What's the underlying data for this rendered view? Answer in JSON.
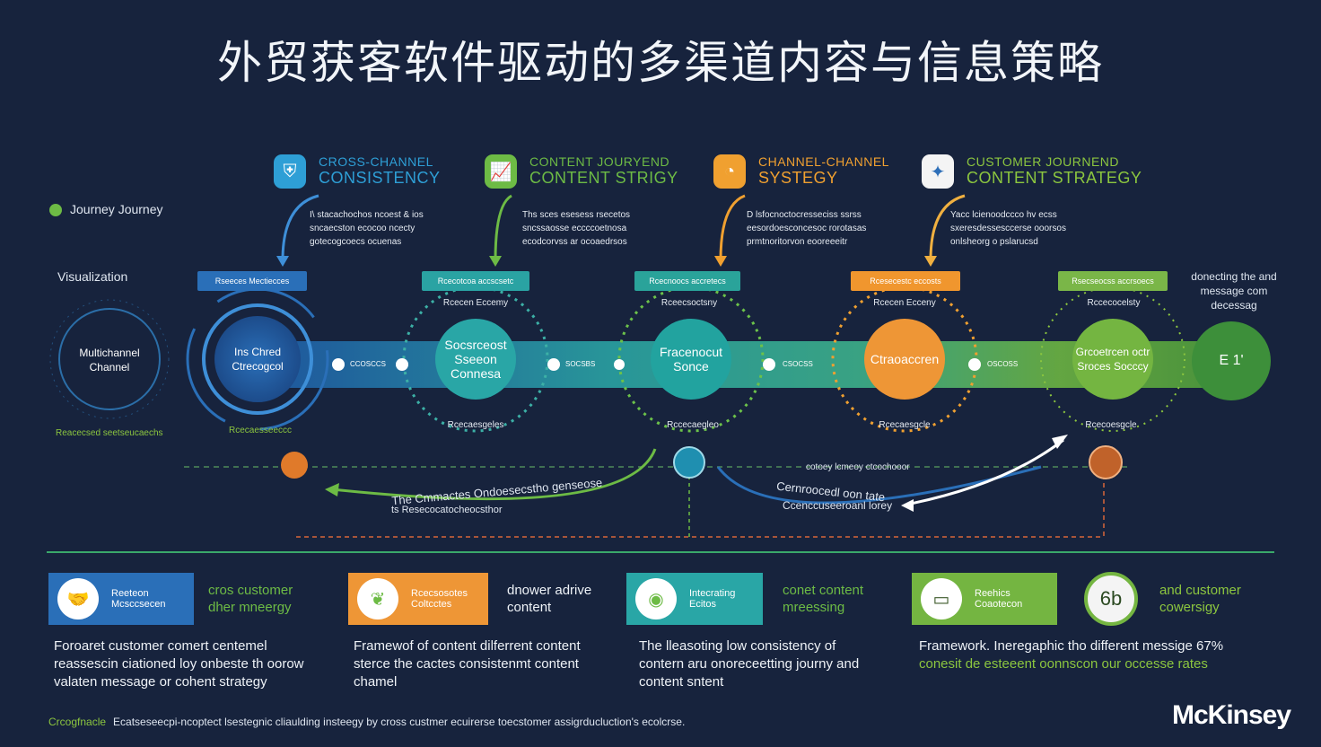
{
  "title": "外贸获客软件驱动的多渠道内容与信息策略",
  "headers": [
    {
      "line1": "CROSS-CHANNEL",
      "line2": "CONSISTENCY",
      "icon": "shield-icon",
      "color": "#2e9fd6",
      "desc": [
        "I\\ stacachochos ncoest & ios",
        "sncaecston ecocoo ncecty",
        "gotecogcoecs ocuenas"
      ]
    },
    {
      "line1": "CONTENT JOURYEND",
      "line2": "CONTENT STRIGY",
      "icon": "chart-icon",
      "color": "#6dbb45",
      "desc": [
        "Ths sces esesess rsecetos",
        "sncssaosse eccccoetnosa",
        "ecodcorvss ar ocoaedrsos"
      ]
    },
    {
      "line1": "CHANNEL-CHANNEL",
      "line2": "SYSTEGY",
      "icon": "chat-icon",
      "color": "#f0a030",
      "desc": [
        "D lsfocnoctocresseciss ssrss",
        "eesordoesconcesoc rorotasas",
        "prmtnoritorvon eooreeeitr"
      ]
    },
    {
      "line1": "CUSTOMER JOURNEND",
      "line2": "CONTENT STRATEGY",
      "icon": "globe-icon",
      "color": "#8cc63f",
      "desc": [
        "Yacc lcienoodccco hv ecss",
        "sxeresdessesccerse ooorsos",
        "onlsheorg o pslarucsd"
      ]
    }
  ],
  "left_labels": {
    "legend": "Journey Journey",
    "visualization": "Visualization",
    "start_node": "Multichannel Channel",
    "left_caption": "Reacecsed seetseucaechs",
    "right_caption": "donecting the and message com decessag"
  },
  "tags": [
    {
      "label": "Rseeces Mectiecces",
      "color": "#2a6fb8"
    },
    {
      "label": "Rcecotcoa accscsetc",
      "color": "#2aa3a3"
    },
    {
      "label": "Rcecnoocs accretecs",
      "color": "#2aa39a"
    },
    {
      "label": "Rcesecestc eccosts",
      "color": "#f0962e"
    },
    {
      "label": "Rsecseocss accrsoecs",
      "color": "#7ab648"
    }
  ],
  "stage_tops": [
    "",
    "Rcecen Eccemy",
    "Rceecsoctsny",
    "Rcecen Ecceny",
    "Rccecocelsty"
  ],
  "stage_bottoms": [
    "Rcecaesseeccc",
    "Rcecaesgeles",
    "Rccecaegleo",
    "Rcecaesgcle",
    "Rcecoesgcle"
  ],
  "nodes": [
    {
      "text": "Ins Chred Ctrecogcol",
      "color": "#1f5da8"
    },
    {
      "text": "Socsrceost Sseeon Connesa",
      "color": "#29a6a6"
    },
    {
      "text": "Fracenocut Sonce",
      "color": "#22a39f"
    },
    {
      "text": "Ctraoaccren",
      "color": "#ee9636"
    },
    {
      "text": "Grcoetrcen octr Sroces Socccy",
      "color": "#74b541"
    },
    {
      "text": "E 1'",
      "color": "#3d8f3a"
    }
  ],
  "connector_labels": [
    "CCOSCCS",
    "SOCSBS",
    "CSOCSS",
    "OSCOSS"
  ],
  "lower_labels": {
    "left_arc": "The Cmmactes Ondoesecstho genseose",
    "left_arc2": "ts Resecocatocheocsthor",
    "mid": "cotoey lcmeoy ctcochooor",
    "right_arc": "Cernroocedl oon tate",
    "right_arc2": "Ccenccuseeroanl lorey"
  },
  "bottom_boxes": [
    {
      "label1": "Reeteon",
      "label2": "Mcsccsecen",
      "color": "#2a6fb8",
      "side1": "cros customer",
      "side2": "dher mneergy",
      "side_color": "#6dbb45",
      "icon": "handshake-icon"
    },
    {
      "label1": "Rcecsosotes",
      "label2": "Coltcctes",
      "color": "#ee9636",
      "side1": "dnower adrive",
      "side2": "content",
      "side_color": "#eef2f7",
      "icon": "leaf-icon"
    },
    {
      "label1": "Intecrating",
      "label2": "Ecitos",
      "color": "#29a6a6",
      "side1": "conet content",
      "side2": "mreessing",
      "side_color": "#6dbb45",
      "icon": "chat-bubble-icon"
    },
    {
      "label1": "Reehics",
      "label2": "Coaotecon",
      "color": "#74b541",
      "side1": "and customer",
      "side2": "cowersigy",
      "side_color": "#8cc63f",
      "icon": "vr-icon",
      "stat": "6b"
    }
  ],
  "bottom_desc": [
    [
      "Foroaret customer comert centemel",
      "reassescin ciationed loy onbeste th oorow",
      "valaten message or cohent strategy"
    ],
    [
      "Framewof of content dilferrent content",
      "sterce the cactes consistenmt content",
      "chamel"
    ],
    [
      "The lleasoting low consistency of",
      "contern aru onoreceetting journy and",
      "content sntent"
    ],
    [
      "Framework. Ineregaphic tho different messige 67%",
      "conesit de esteeent oonnscon our occesse rates"
    ]
  ],
  "footer": {
    "lead": "Crcogfnacle",
    "text": "Ecatseseecpi-ncoptect lsestegnic cliaulding insteegy by cross custmer ecuirerse toecstomer assigrducluction's ecolcrse.",
    "brand": "McKinsey"
  }
}
